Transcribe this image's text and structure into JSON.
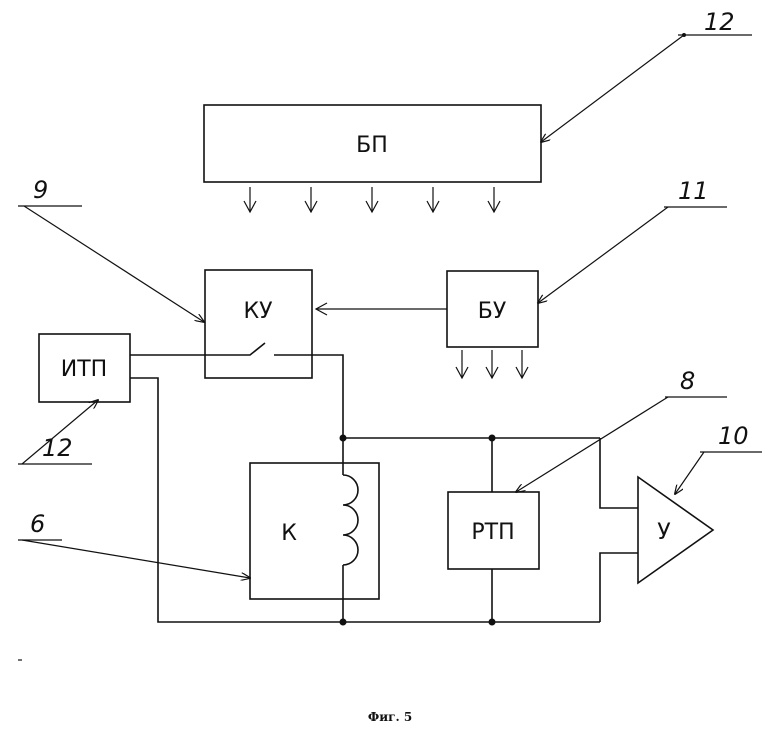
{
  "blocks": {
    "bp": "БП",
    "ku": "КУ",
    "bu": "БУ",
    "itp": "ИТП",
    "k": "К",
    "rtp": "РТП",
    "u": "У"
  },
  "refs": {
    "ref_12_top": "12",
    "ref_9": "9",
    "ref_11": "11",
    "ref_12_left": "12",
    "ref_8": "8",
    "ref_10": "10",
    "ref_6": "6"
  },
  "caption": "Фиг. 5"
}
